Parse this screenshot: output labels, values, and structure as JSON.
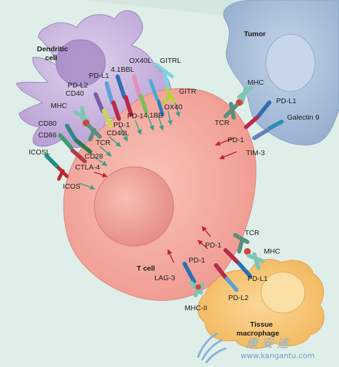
{
  "cells": {
    "dendritic": "Dendritic\ncell",
    "tumor": "Tumor",
    "tcell": "T cell",
    "macrophage": "Tissue\nmacrophage"
  },
  "dc_labels": {
    "ox40l": "OX40L",
    "gitrl": "GITRL",
    "bbl": "4.1BBL",
    "pdl1": "PD-L1",
    "pdl2": "PD-L2",
    "cd40": "CD40",
    "mhc": "MHC",
    "cd80": "CD80",
    "cd86": "CD86",
    "icosl": "ICOSL"
  },
  "tcell_dc_labels": {
    "gitr": "GITR",
    "ox40": "OX40",
    "bb": "4.1BB",
    "pd1a": "PD-1",
    "pd1b": "PD-1",
    "cd40l": "CD40L",
    "tcr": "TCR",
    "cd28": "CD28",
    "ctla4": "CTLA-4",
    "icos": "ICOS"
  },
  "tumor_labels": {
    "mhc": "MHC",
    "pdl1": "PD-L1",
    "tcr": "TCR",
    "galectin9": "Galectin 9",
    "pd1": "PD-1",
    "tim3": "TIM-3"
  },
  "macrophage_labels": {
    "tcr": "TCR",
    "mhc": "MHC",
    "pd1a": "PD-1",
    "pd1b": "PD-1",
    "pdl1": "PD-L1",
    "lag3": "LAG-3",
    "pdl2": "PD-L2",
    "mhc2": "MHC-II"
  },
  "watermark": {
    "cn": "康 安 途",
    "url": "www.kangantu.com"
  },
  "colors": {
    "background": "#dfeee8",
    "dendritic": "#c7b2dc",
    "tcell": "#f4a9a0",
    "tumor": "#a9bfd9",
    "macrophage": "#f6c776",
    "stimulatory_arrow": "#3f9e84",
    "inhibitory_arrow": "#c0242c"
  }
}
